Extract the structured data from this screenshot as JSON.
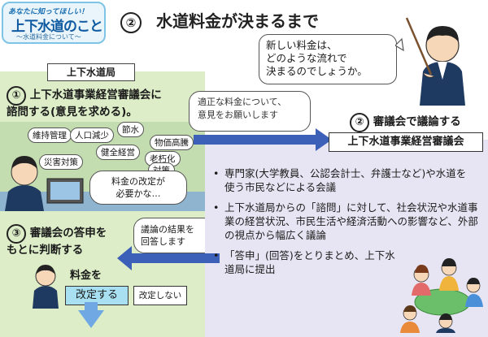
{
  "logo": {
    "tagline": "あなたに知ってほしい！",
    "name": "上下水道のこと",
    "sub": "〜水道料金について〜"
  },
  "title": {
    "number": "②",
    "text": "水道料金が決まるまで"
  },
  "teacher_bubble": [
    "新しい料金は、",
    "どのような流れで",
    "決まるのでしょうか。"
  ],
  "left": {
    "header": "上下水道局",
    "step1_num": "①",
    "step1_line1": "上下水道事業経営審議会に",
    "step1_line2": "諮問する(意見を求める)。",
    "concerns": [
      "維持管理",
      "人口減少",
      "節水",
      "物価高騰",
      "災害対策",
      "健全経営",
      "老朽化",
      "対策"
    ],
    "thought_line1": "料金の改定が",
    "thought_line2": "必要かな…",
    "step3_num": "③",
    "step3_line1": "審議会の答申を",
    "step3_line2": "もとに判断する",
    "answer_line1": "議論の結果を",
    "answer_line2": "回答します",
    "decision_label": "料金を",
    "btn_change": "改定する",
    "btn_nochange": "改定しない"
  },
  "middle": {
    "request_line1": "適正な料金について、",
    "request_line2": "意見をお願いします"
  },
  "right": {
    "step2_num": "②",
    "step2_text": "審議会で議論する",
    "council_name": "上下水道事業経営審議会",
    "bullets": [
      "専門家(大学教員、公認会計士、弁護士など)や水道を使う市民などによる会議",
      "上下水道局からの「諮問」に対して、社会状況や水道事業の経営状況、市民生活や経済活動への影響など、外部の視点から幅広く議論",
      "「答申」(回答)をとりまとめ、上下水道局に提出"
    ]
  },
  "colors": {
    "left_panel": "#dcedc8",
    "right_panel": "#e7e5f3",
    "arrow": "#3c5fb8",
    "button_change": "#a8e0f2"
  }
}
